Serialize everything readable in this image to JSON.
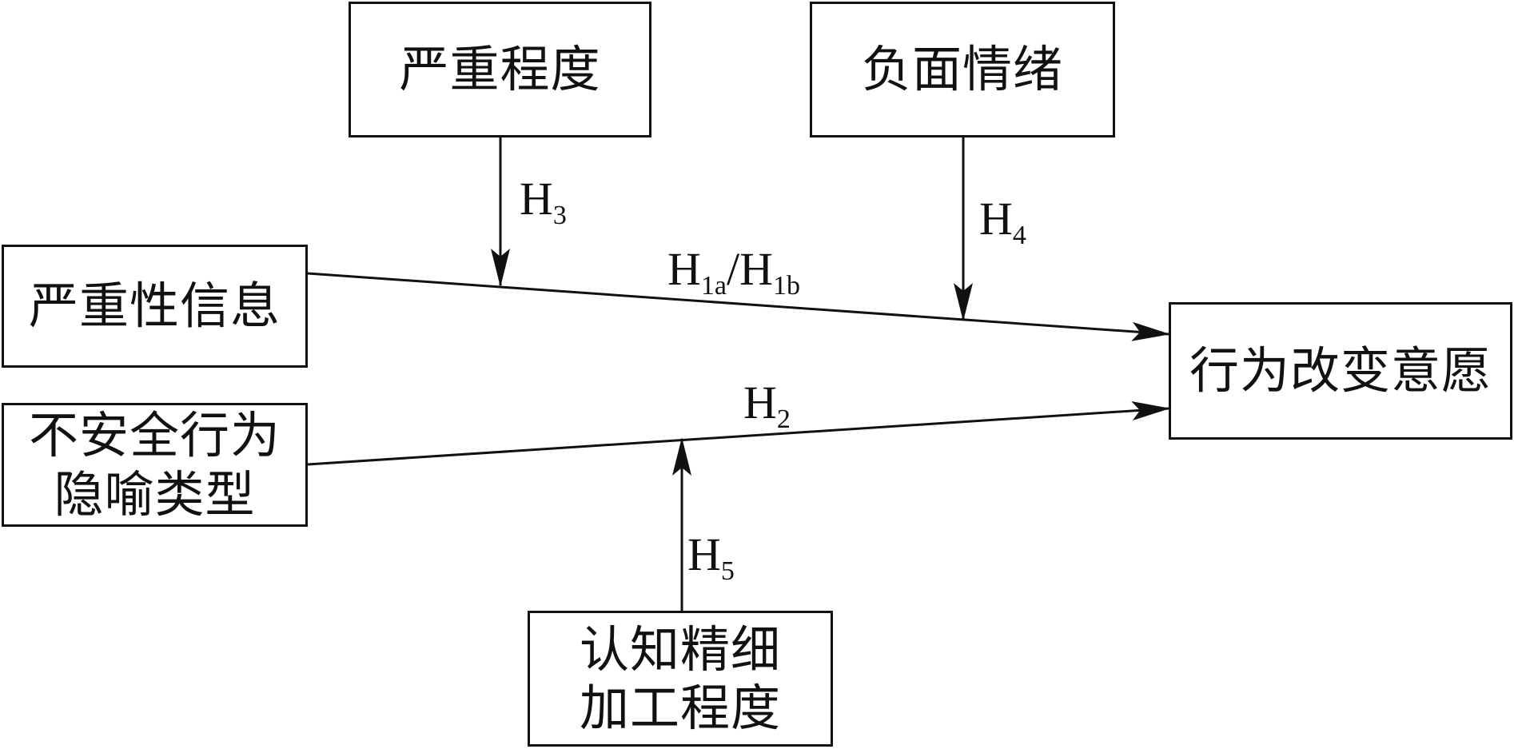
{
  "diagram": {
    "nodes": {
      "severity_level": {
        "label": "严重程度"
      },
      "negative_emotion": {
        "label": "负面情绪"
      },
      "severity_info": {
        "label": "严重性信息"
      },
      "metaphor_type": {
        "lines": [
          "不安全行为",
          "隐喻类型"
        ]
      },
      "behavior_change": {
        "label": "行为改变意愿"
      },
      "elaboration": {
        "lines": [
          "认知精细",
          "加工程度"
        ]
      }
    },
    "hypotheses": {
      "h3": {
        "main": "H",
        "sub": "3"
      },
      "h4": {
        "main": "H",
        "sub": "4"
      },
      "h1": {
        "main1": "H",
        "sub1": "1a",
        "sep": "/",
        "main2": "H",
        "sub2": "1b"
      },
      "h2": {
        "main": "H",
        "sub": "2"
      },
      "h5": {
        "main": "H",
        "sub": "5"
      }
    },
    "edges": [
      {
        "from": "severity_info",
        "to": "behavior_change",
        "label": "H1a/H1b"
      },
      {
        "from": "metaphor_type",
        "to": "behavior_change",
        "label": "H2"
      },
      {
        "from": "severity_level",
        "to": "edge:severity_info->behavior_change",
        "label": "H3"
      },
      {
        "from": "negative_emotion",
        "to": "edge:severity_info->behavior_change",
        "label": "H4"
      },
      {
        "from": "elaboration",
        "to": "edge:metaphor_type->behavior_change",
        "label": "H5"
      }
    ],
    "colors": {
      "line": "#111111",
      "background": "#ffffff"
    }
  }
}
